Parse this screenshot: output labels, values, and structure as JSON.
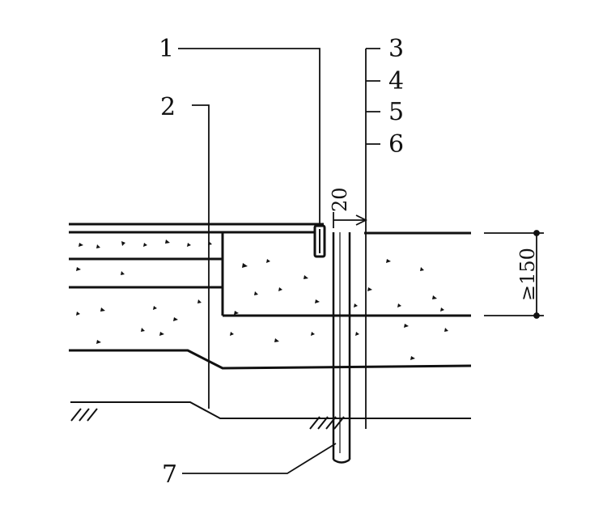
{
  "diagram": {
    "type": "construction-section-detail",
    "callouts": [
      {
        "id": "c1",
        "label": "1"
      },
      {
        "id": "c2",
        "label": "2"
      },
      {
        "id": "c3",
        "label": "3"
      },
      {
        "id": "c4",
        "label": "4"
      },
      {
        "id": "c5",
        "label": "5"
      },
      {
        "id": "c6",
        "label": "6"
      },
      {
        "id": "c7",
        "label": "7"
      }
    ],
    "dimensions": {
      "gap_label": "20",
      "depth_label": "≥150"
    },
    "colors": {
      "ink": "#111111",
      "background": "#ffffff"
    }
  }
}
